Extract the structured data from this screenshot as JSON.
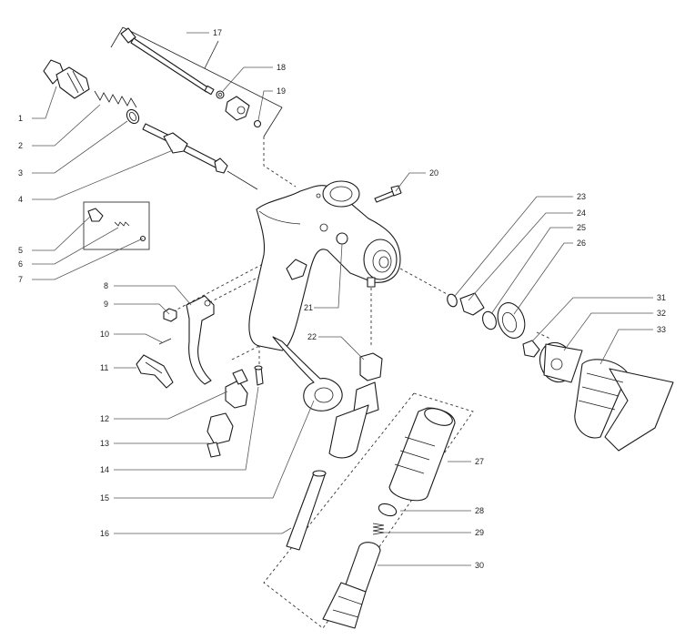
{
  "callouts": [
    {
      "id": "1",
      "text": "1"
    },
    {
      "id": "2",
      "text": "2"
    },
    {
      "id": "3",
      "text": "3"
    },
    {
      "id": "4",
      "text": "4"
    },
    {
      "id": "5",
      "text": "5"
    },
    {
      "id": "6",
      "text": "6"
    },
    {
      "id": "7",
      "text": "7"
    },
    {
      "id": "8",
      "text": "8"
    },
    {
      "id": "9",
      "text": "9"
    },
    {
      "id": "10",
      "text": "10"
    },
    {
      "id": "11",
      "text": "11"
    },
    {
      "id": "12",
      "text": "12"
    },
    {
      "id": "13",
      "text": "13"
    },
    {
      "id": "14",
      "text": "14"
    },
    {
      "id": "15",
      "text": "15"
    },
    {
      "id": "16",
      "text": "16"
    },
    {
      "id": "17",
      "text": "17"
    },
    {
      "id": "18",
      "text": "18"
    },
    {
      "id": "19",
      "text": "19"
    },
    {
      "id": "20",
      "text": "20"
    },
    {
      "id": "21",
      "text": "21"
    },
    {
      "id": "22",
      "text": "22"
    },
    {
      "id": "23",
      "text": "23"
    },
    {
      "id": "24",
      "text": "24"
    },
    {
      "id": "25",
      "text": "25"
    },
    {
      "id": "26",
      "text": "26"
    },
    {
      "id": "27",
      "text": "27"
    },
    {
      "id": "28",
      "text": "28"
    },
    {
      "id": "29",
      "text": "29"
    },
    {
      "id": "30",
      "text": "30"
    },
    {
      "id": "31",
      "text": "31"
    },
    {
      "id": "32",
      "text": "32"
    },
    {
      "id": "33",
      "text": "33"
    }
  ]
}
